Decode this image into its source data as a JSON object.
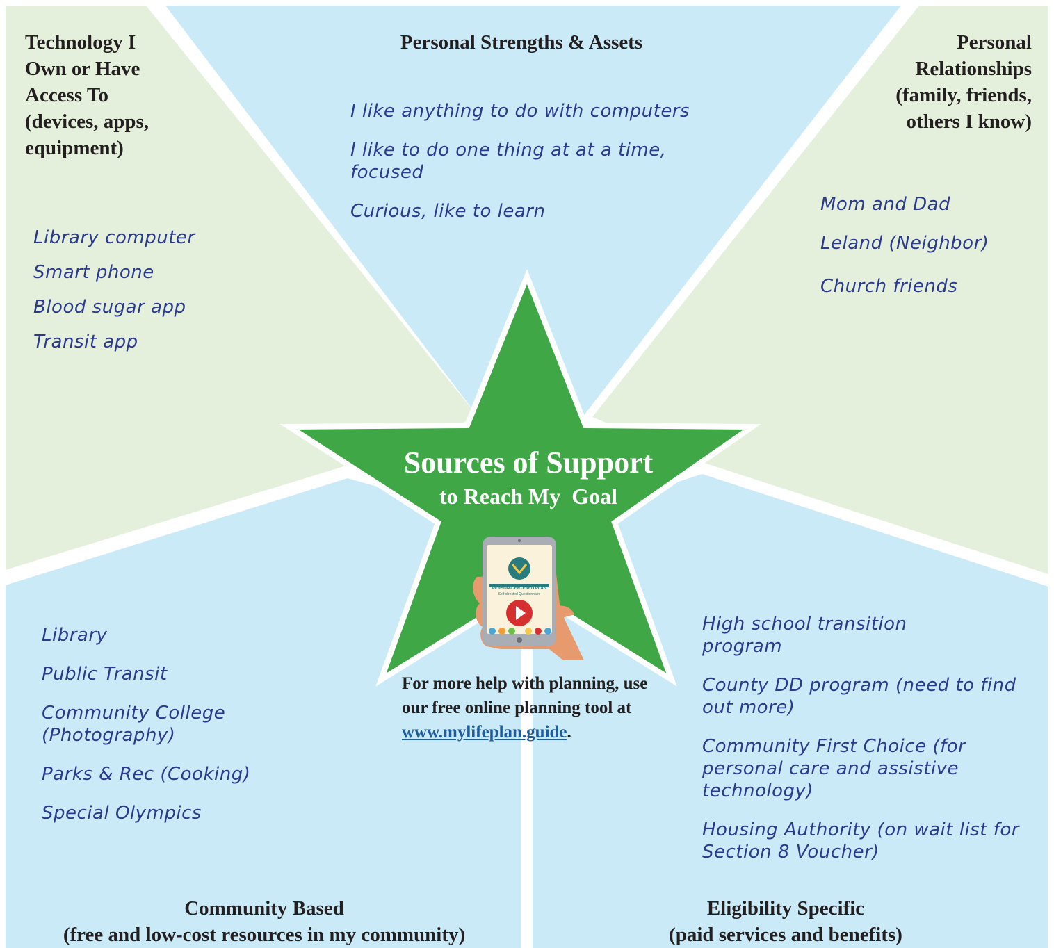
{
  "center": {
    "title": "Sources of Support",
    "subtitle": "to Reach My  Goal",
    "help_text_before": "For more help with planning, use our free online planning tool at ",
    "help_link": "www.mylifeplan.guide",
    "help_text_after": ".",
    "tablet_title": "PERSON-CENTERED PLAN",
    "tablet_subtitle": "Self-directed Questionnaire"
  },
  "sections": {
    "technology": {
      "heading": "Technology I Own or Have Access To (devices, apps, equipment)",
      "items": [
        "Library computer",
        "Smart phone",
        "Blood sugar app",
        "Transit app"
      ]
    },
    "strengths": {
      "heading": "Personal Strengths & Assets",
      "items": [
        "I like anything to do with computers",
        "I like to do one thing at at a time, focused",
        "Curious, like to learn"
      ]
    },
    "relationships": {
      "heading": "Personal Relationships (family, friends, others I know)",
      "items": [
        "Mom and Dad",
        "Leland (Neighbor)",
        "Church friends"
      ]
    },
    "community": {
      "heading_line1": "Community Based",
      "heading_line2": "(free and low-cost resources in my community)",
      "items": [
        "Library",
        "Public Transit",
        "Community College (Photography)",
        "Parks & Rec (Cooking)",
        "Special Olympics"
      ]
    },
    "eligibility": {
      "heading_line1": "Eligibility Specific",
      "heading_line2": "(paid services and benefits)",
      "items": [
        "High school transition program",
        "County DD program (need to find out more)",
        "Community First Choice (for personal care and assistive technology)",
        "Housing Authority (on wait list for Section 8 Voucher)"
      ]
    }
  },
  "colors": {
    "green_panel": "#e5f0dc",
    "blue_panel": "#cbeaf8",
    "star": "#3fa746",
    "handwriting": "#2b3a8f",
    "link": "#1f5c9c"
  }
}
